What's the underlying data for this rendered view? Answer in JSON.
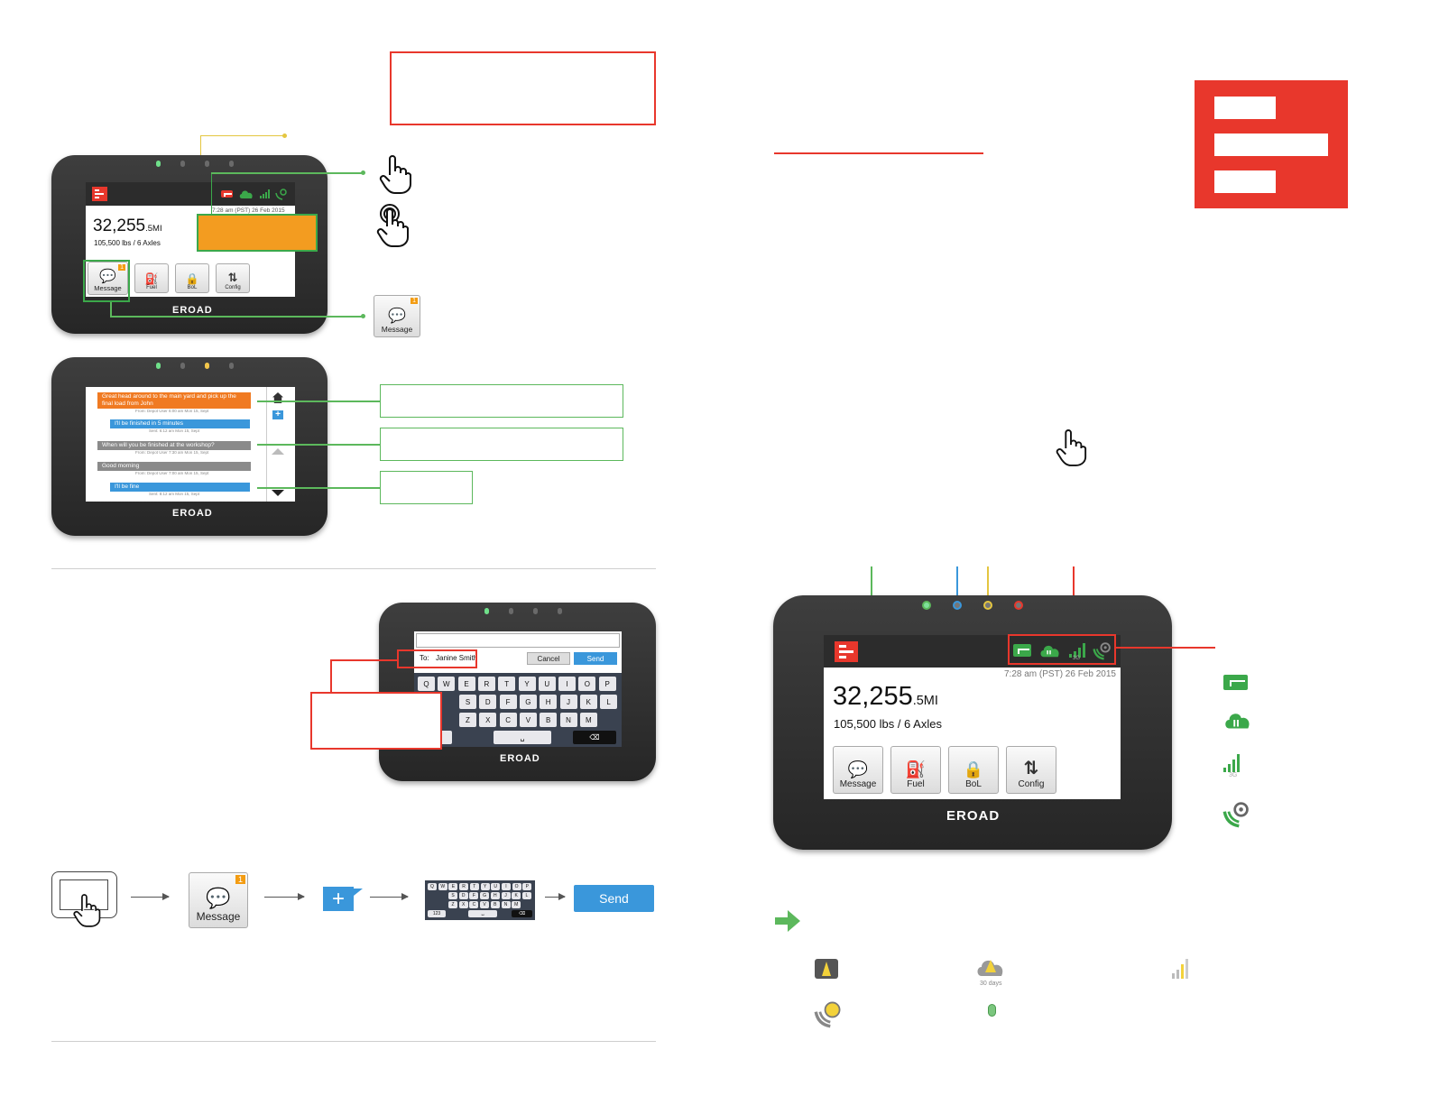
{
  "device": {
    "brand": "EROAD",
    "timestamp": "7:28 am (PST) 26 Feb 2015",
    "odometer": "32,255",
    "odometer_unit": ".5MI",
    "weight": "105,500 lbs / 6 Axles",
    "network": "3G",
    "tiles": [
      {
        "label": "Message",
        "badge": "1"
      },
      {
        "label": "Fuel"
      },
      {
        "label": "BoL"
      },
      {
        "label": "Config"
      }
    ]
  },
  "message_tile": {
    "label": "Message",
    "badge": "1"
  },
  "messages": [
    {
      "text": "Great head around to the main yard and pick up the final load from John",
      "meta": "From: Depot User   6:00 am Mon 15, Sept",
      "color": "#f07a22"
    },
    {
      "text": "I'll be finished in 5 minutes",
      "meta": "Sent:   6:12 am Mon 15, Sept",
      "color": "#3a97db"
    },
    {
      "text": "When will you be finished at the workshop?",
      "meta": "From: Depot User   7:30 am Mon 15, Sept",
      "color": "#8a8a8a"
    },
    {
      "text": "Good morning",
      "meta": "From: Depot User   7:00 am Mon 15, Sept",
      "color": "#8a8a8a"
    },
    {
      "text": "I'll be fine",
      "meta": "Sent:   8:12 am Mon 15, Sept",
      "color": "#3a97db"
    }
  ],
  "compose": {
    "to_label": "To:",
    "recipient": "Janine Smith",
    "cancel": "Cancel",
    "send": "Send",
    "rows": [
      [
        "Q",
        "W",
        "E",
        "R",
        "T",
        "Y",
        "U",
        "I",
        "O",
        "P"
      ],
      [
        "S",
        "D",
        "F",
        "G",
        "H",
        "J",
        "K",
        "L"
      ],
      [
        "Z",
        "X",
        "C",
        "V",
        "B",
        "N",
        "M"
      ]
    ],
    "numeric_key": "3"
  },
  "flow": {
    "message_label": "Message",
    "message_badge": "1",
    "send_label": "Send",
    "keyboard_numeric": "123"
  },
  "icons": {
    "cloud_days": "30 days",
    "network": "3G"
  },
  "colors": {
    "brand_red": "#e8372c",
    "green": "#3ba84a",
    "orange": "#f39c20",
    "blue": "#3a97db"
  }
}
